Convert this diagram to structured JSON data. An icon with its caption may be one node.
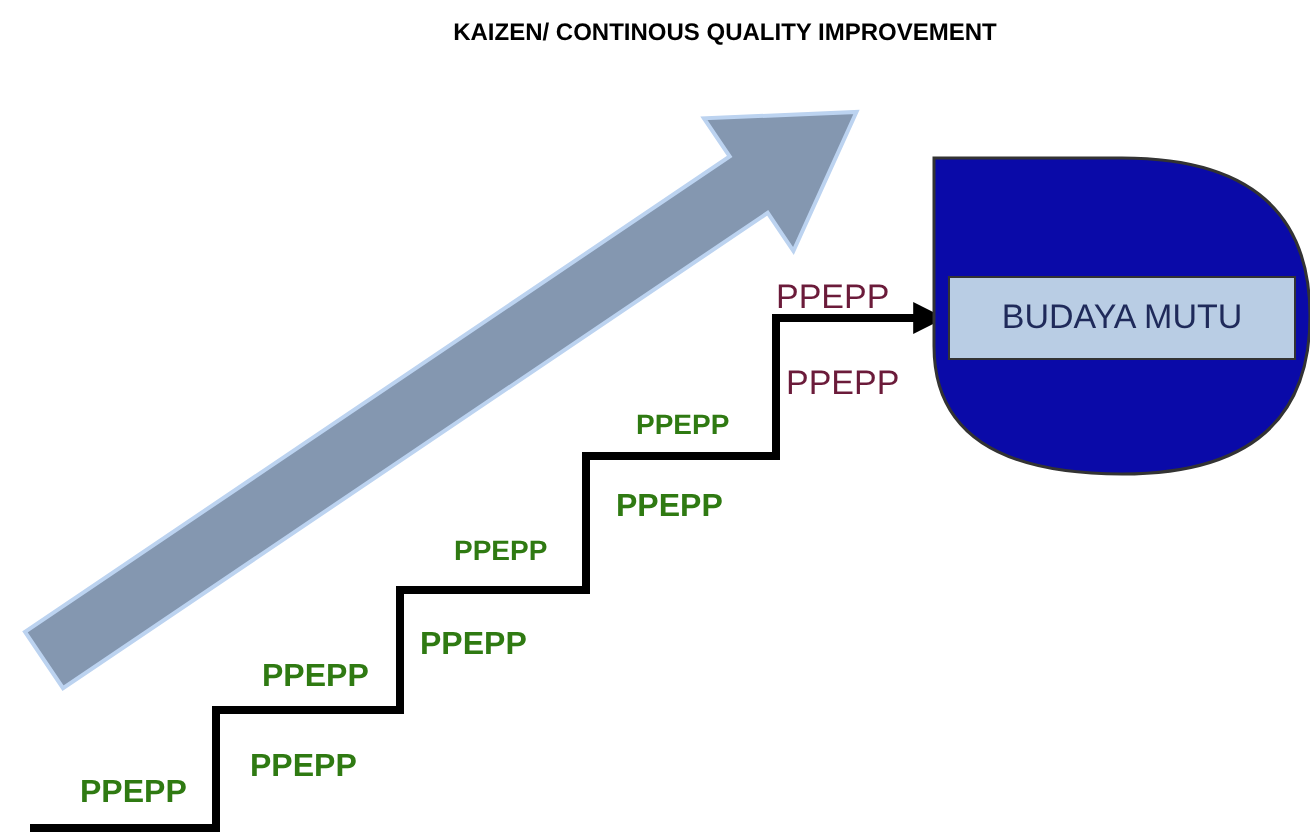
{
  "diagram": {
    "title": "KAIZEN/ CONTINOUS QUALITY IMPROVEMENT",
    "nodes": [
      {
        "text": [],
        "shape": "semicircle"
      },
      {
        "text": [
          "BUDAYA MUTU"
        ],
        "in": 0
      }
    ],
    "edges": [
      {
        "from": null,
        "to": 1,
        "arrow": "to"
      }
    ],
    "labels": [
      "PPEPP",
      "PPEPP",
      "PPEPP",
      "PPEPP",
      "PPEPP",
      "PPEPP",
      "PPEPP",
      "PPEPP",
      "PPEPP"
    ]
  }
}
